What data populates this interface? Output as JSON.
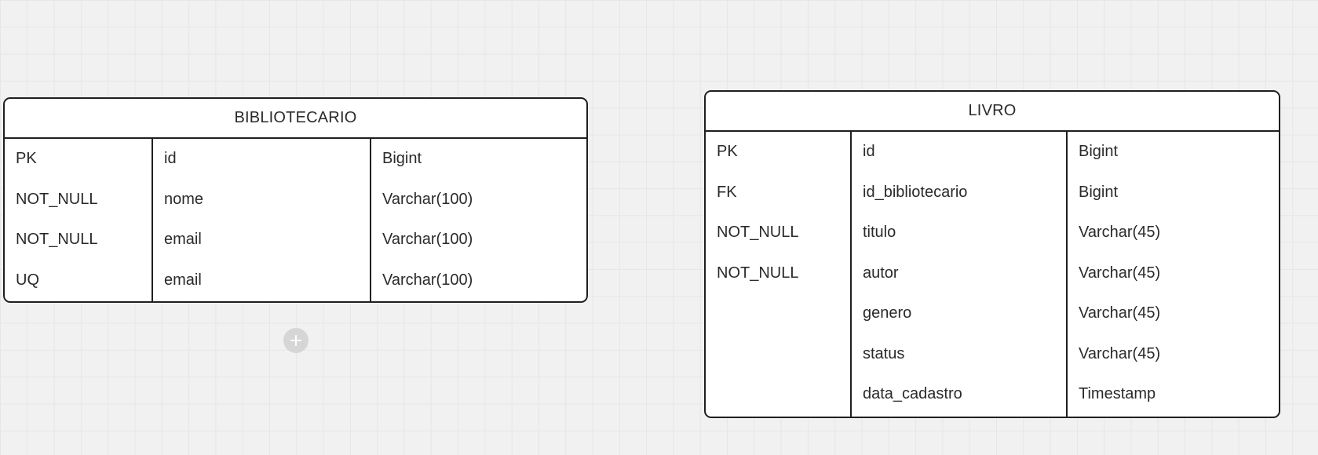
{
  "entities": [
    {
      "name": "BIBLIOTECARIO",
      "constraints": [
        "PK",
        "NOT_NULL",
        "NOT_NULL",
        "UQ"
      ],
      "fields": [
        "id",
        "nome",
        "email",
        "email"
      ],
      "types": [
        "Bigint",
        "Varchar(100)",
        "Varchar(100)",
        "Varchar(100)"
      ]
    },
    {
      "name": "LIVRO",
      "constraints": [
        "PK",
        "FK",
        "NOT_NULL",
        "NOT_NULL"
      ],
      "fields": [
        "id",
        "id_bibliotecario",
        "titulo",
        "autor",
        "genero",
        "status",
        "data_cadastro"
      ],
      "types": [
        "Bigint",
        "Bigint",
        "Varchar(45)",
        "Varchar(45)",
        "Varchar(45)",
        "Varchar(45)",
        "Timestamp"
      ]
    }
  ],
  "add_button": {
    "icon": "plus-icon"
  }
}
